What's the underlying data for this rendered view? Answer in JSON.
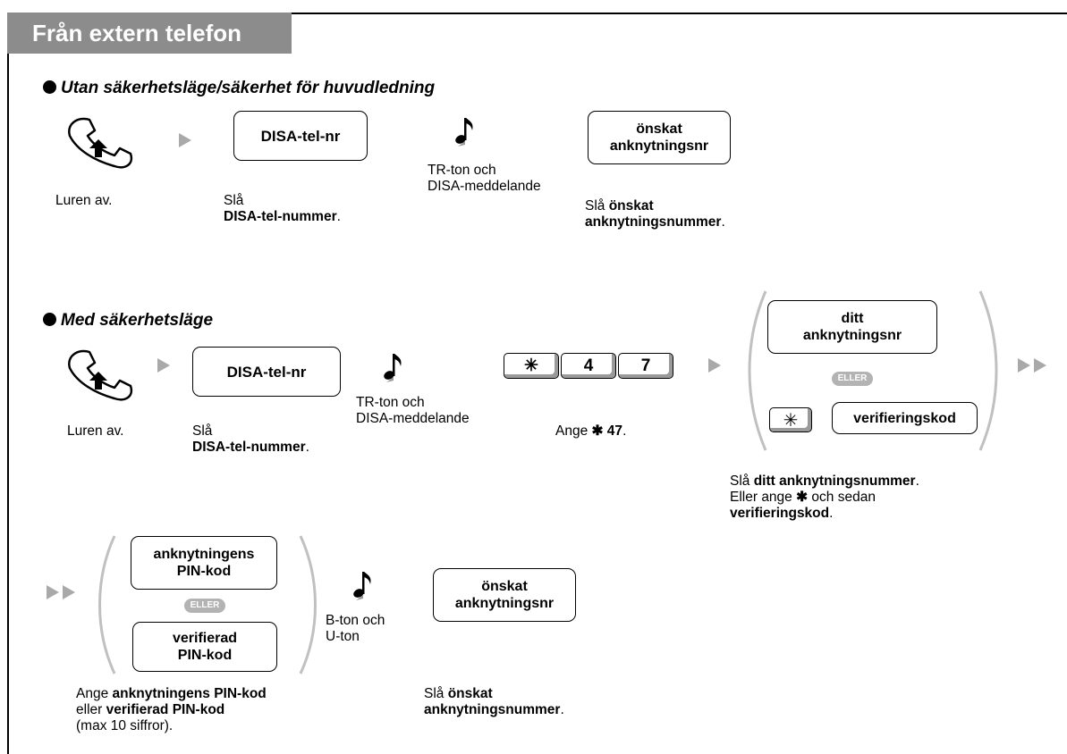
{
  "header": {
    "title": "Från extern telefon"
  },
  "section1": {
    "title": "Utan säkerhetsläge/säkerhet för huvudledning",
    "step1": {
      "caption": "Luren av.",
      "icon": "handset-off-hook-icon"
    },
    "step2": {
      "key_label": "DISA-tel-nr",
      "caption_pre": "Slå",
      "caption_bold": "DISA-tel-nummer",
      "caption_post": "."
    },
    "tone": {
      "icon": "musical-note-icon",
      "line1": "TR-ton och",
      "line2": "DISA-meddelande"
    },
    "step3": {
      "key_label": "önskat\nanknytningsnr",
      "caption_pre": "Slå ",
      "caption_bold1": "önskat",
      "caption_bold2": "anknytningsnummer",
      "caption_post": "."
    }
  },
  "section2": {
    "title": "Med säkerhetsläge",
    "step1": {
      "caption": "Luren av."
    },
    "step2": {
      "key_label": "DISA-tel-nr",
      "caption_pre": "Slå",
      "caption_bold": "DISA-tel-nummer",
      "caption_post": "."
    },
    "tone": {
      "line1": "TR-ton och",
      "line2": "DISA-meddelande"
    },
    "dial": {
      "keys": [
        "✳",
        "4",
        "7"
      ],
      "caption_pre": "Ange ",
      "caption_bold": "✱ 47",
      "caption_post": "."
    },
    "choice": {
      "option1": "ditt\nanknytningsnr",
      "or_label": "ELLER",
      "star_key": "✳",
      "option2": "verifieringskod",
      "caption": {
        "l1_pre": "Slå ",
        "l1_bold": "ditt anknytningsnummer",
        "l1_post": ".",
        "l2_pre": "Eller ange ",
        "l2_star": "✱",
        "l2_post": " och sedan",
        "l3_bold": "verifieringskod",
        "l3_post": "."
      }
    }
  },
  "section3": {
    "choice": {
      "option1": "anknytningens\nPIN-kod",
      "or_label": "ELLER",
      "option2": "verifierad\nPIN-kod",
      "caption": {
        "l1_pre": "Ange ",
        "l1_bold": "anknytningens PIN-kod",
        "l2_pre": "eller ",
        "l2_bold": "verifierad PIN-kod",
        "l3": "(max 10 siffror)."
      }
    },
    "tone": {
      "line1": "B-ton och",
      "line2": "U-ton"
    },
    "final": {
      "key_label": "önskat\nanknytningsnr",
      "caption_pre": "Slå ",
      "caption_bold1": "önskat",
      "caption_bold2": "anknytningsnummer",
      "caption_post": "."
    }
  },
  "colors": {
    "header_bg": "#8c8c8c",
    "arrow": "#a9a9a9",
    "bracket": "#c0c0c0",
    "note_shadow": "#9a9a9a"
  }
}
